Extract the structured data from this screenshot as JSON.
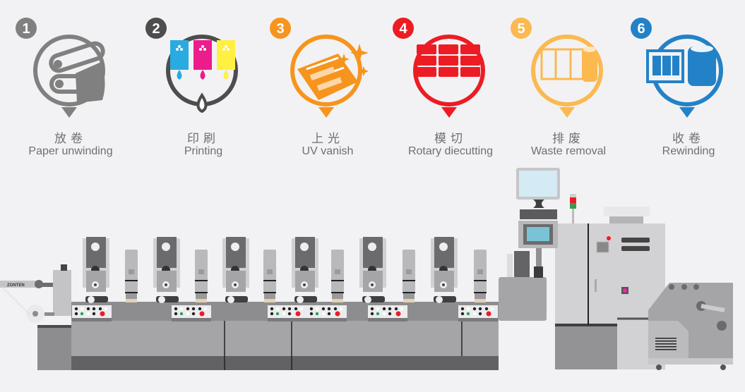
{
  "steps": [
    {
      "number": "1",
      "title_cn": "放卷",
      "title_en": "Paper unwinding",
      "icon": "paper-roll-icon",
      "color": "#808080"
    },
    {
      "number": "2",
      "title_cn": "印刷",
      "title_en": "Printing",
      "icon": "ink-cartridges-icon",
      "color": "#4d4d4d"
    },
    {
      "number": "3",
      "title_cn": "上光",
      "title_en": "UV vanish",
      "icon": "varnish-sheet-icon",
      "color": "#f7941d"
    },
    {
      "number": "4",
      "title_cn": "模切",
      "title_en": "Rotary diecutting",
      "icon": "die-cut-grid-icon",
      "color": "#ed1c24"
    },
    {
      "number": "5",
      "title_cn": "排废",
      "title_en": "Waste removal",
      "icon": "waste-roll-icon",
      "color": "#fbb950"
    },
    {
      "number": "6",
      "title_cn": "收卷",
      "title_en": "Rewinding",
      "icon": "rewind-roll-icon",
      "color": "#2382c7"
    }
  ],
  "machine": {
    "brand_label": "ZONTEN",
    "colors": {
      "ink_cyan": "#29abe2",
      "ink_magenta": "#ec1c8c",
      "ink_yellow": "#fff042",
      "stop_red": "#ed1c24",
      "go_green": "#1fa64a",
      "screen_blue": "#d4eaf5"
    }
  }
}
